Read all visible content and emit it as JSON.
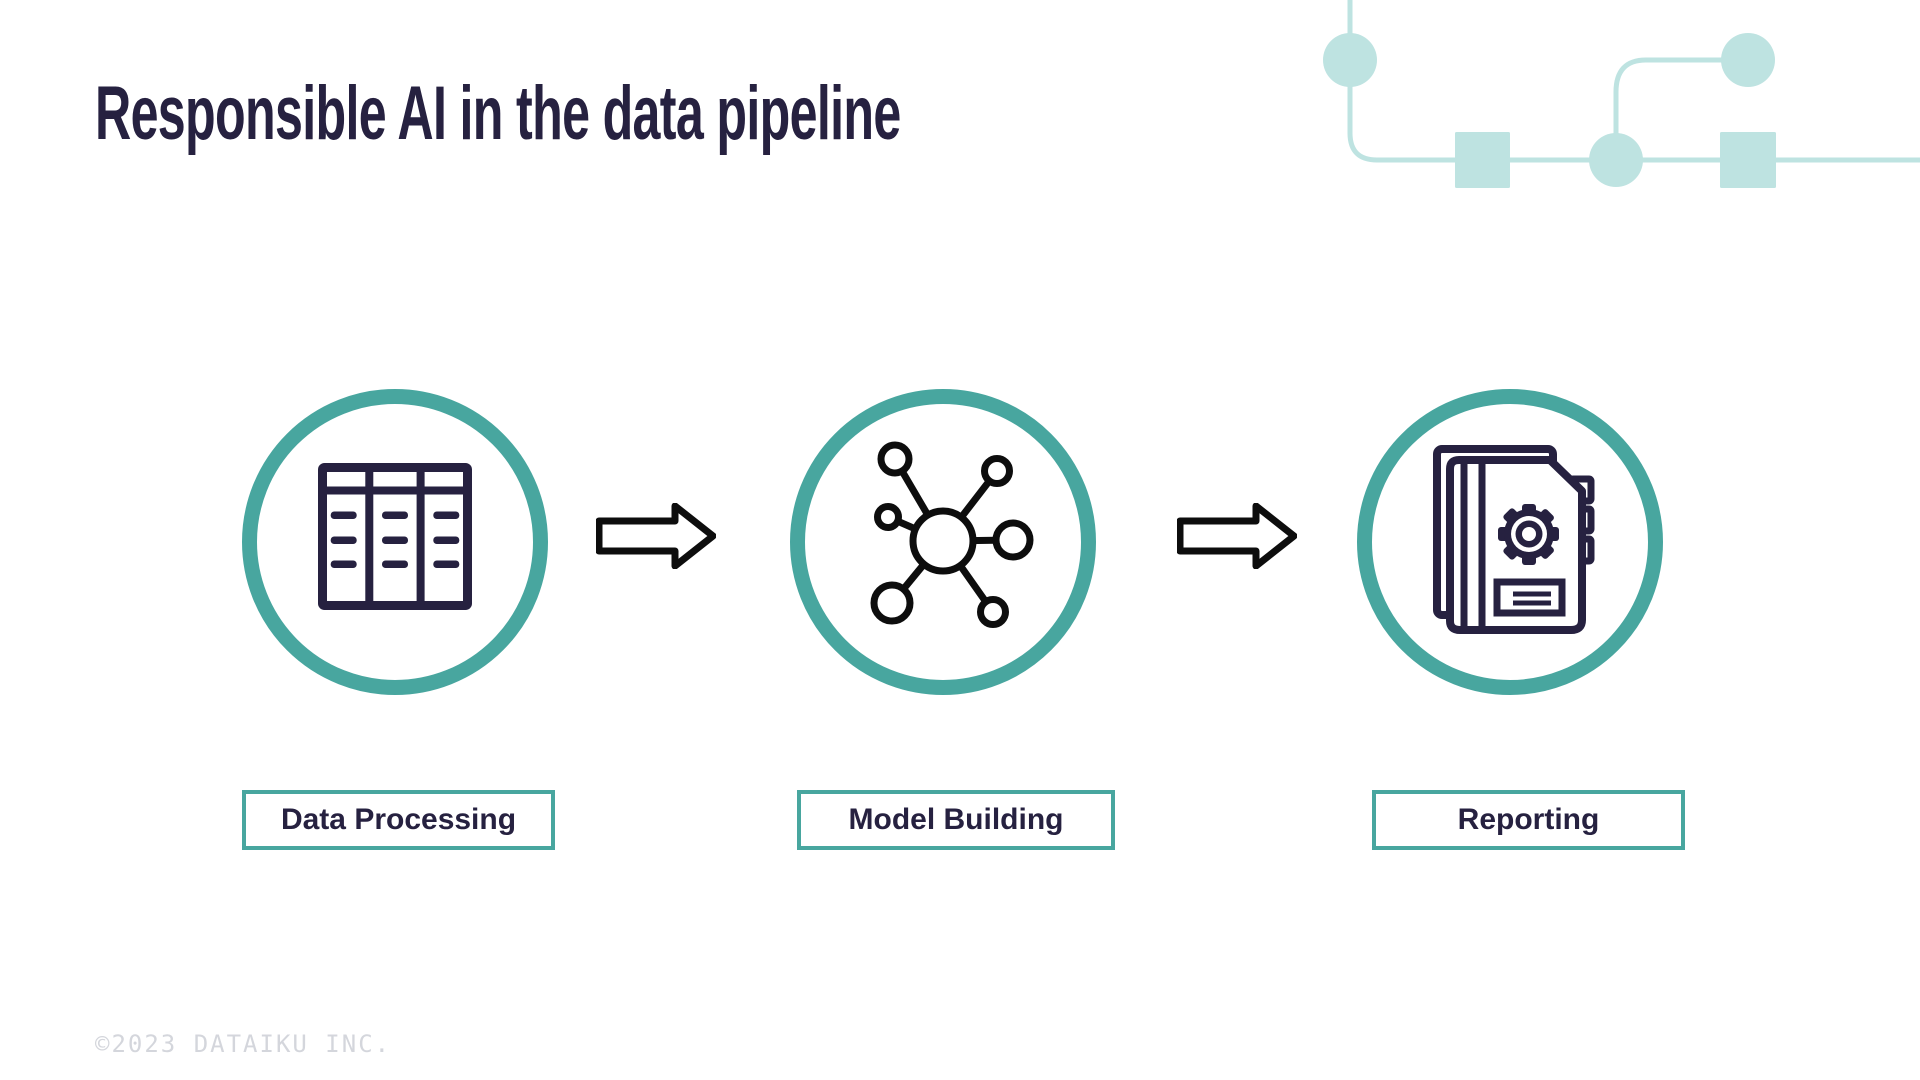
{
  "slide": {
    "title": "Responsible AI in the data pipeline",
    "footer": "©2023 DATAIKU INC."
  },
  "pipeline": {
    "stages": [
      {
        "label": "Data Processing",
        "icon": "data-table-icon"
      },
      {
        "label": "Model Building",
        "icon": "network-nodes-icon"
      },
      {
        "label": "Reporting",
        "icon": "notebook-gear-icon"
      }
    ],
    "connectors": [
      {
        "icon": "arrow-right-icon"
      },
      {
        "icon": "arrow-right-icon"
      }
    ]
  },
  "decoration": {
    "name": "flow-graphic",
    "shapes": [
      "circle",
      "square",
      "circle",
      "square",
      "circle"
    ]
  },
  "colors": {
    "title_text": "#262140",
    "icon_navy": "#262140",
    "icon_black": "#0d0d0d",
    "ring_teal": "#48a69f",
    "label_border_teal": "#48a69f",
    "decoration_teal": "#bee3e1",
    "footer_gray": "#d4d6dc",
    "background": "#ffffff"
  }
}
